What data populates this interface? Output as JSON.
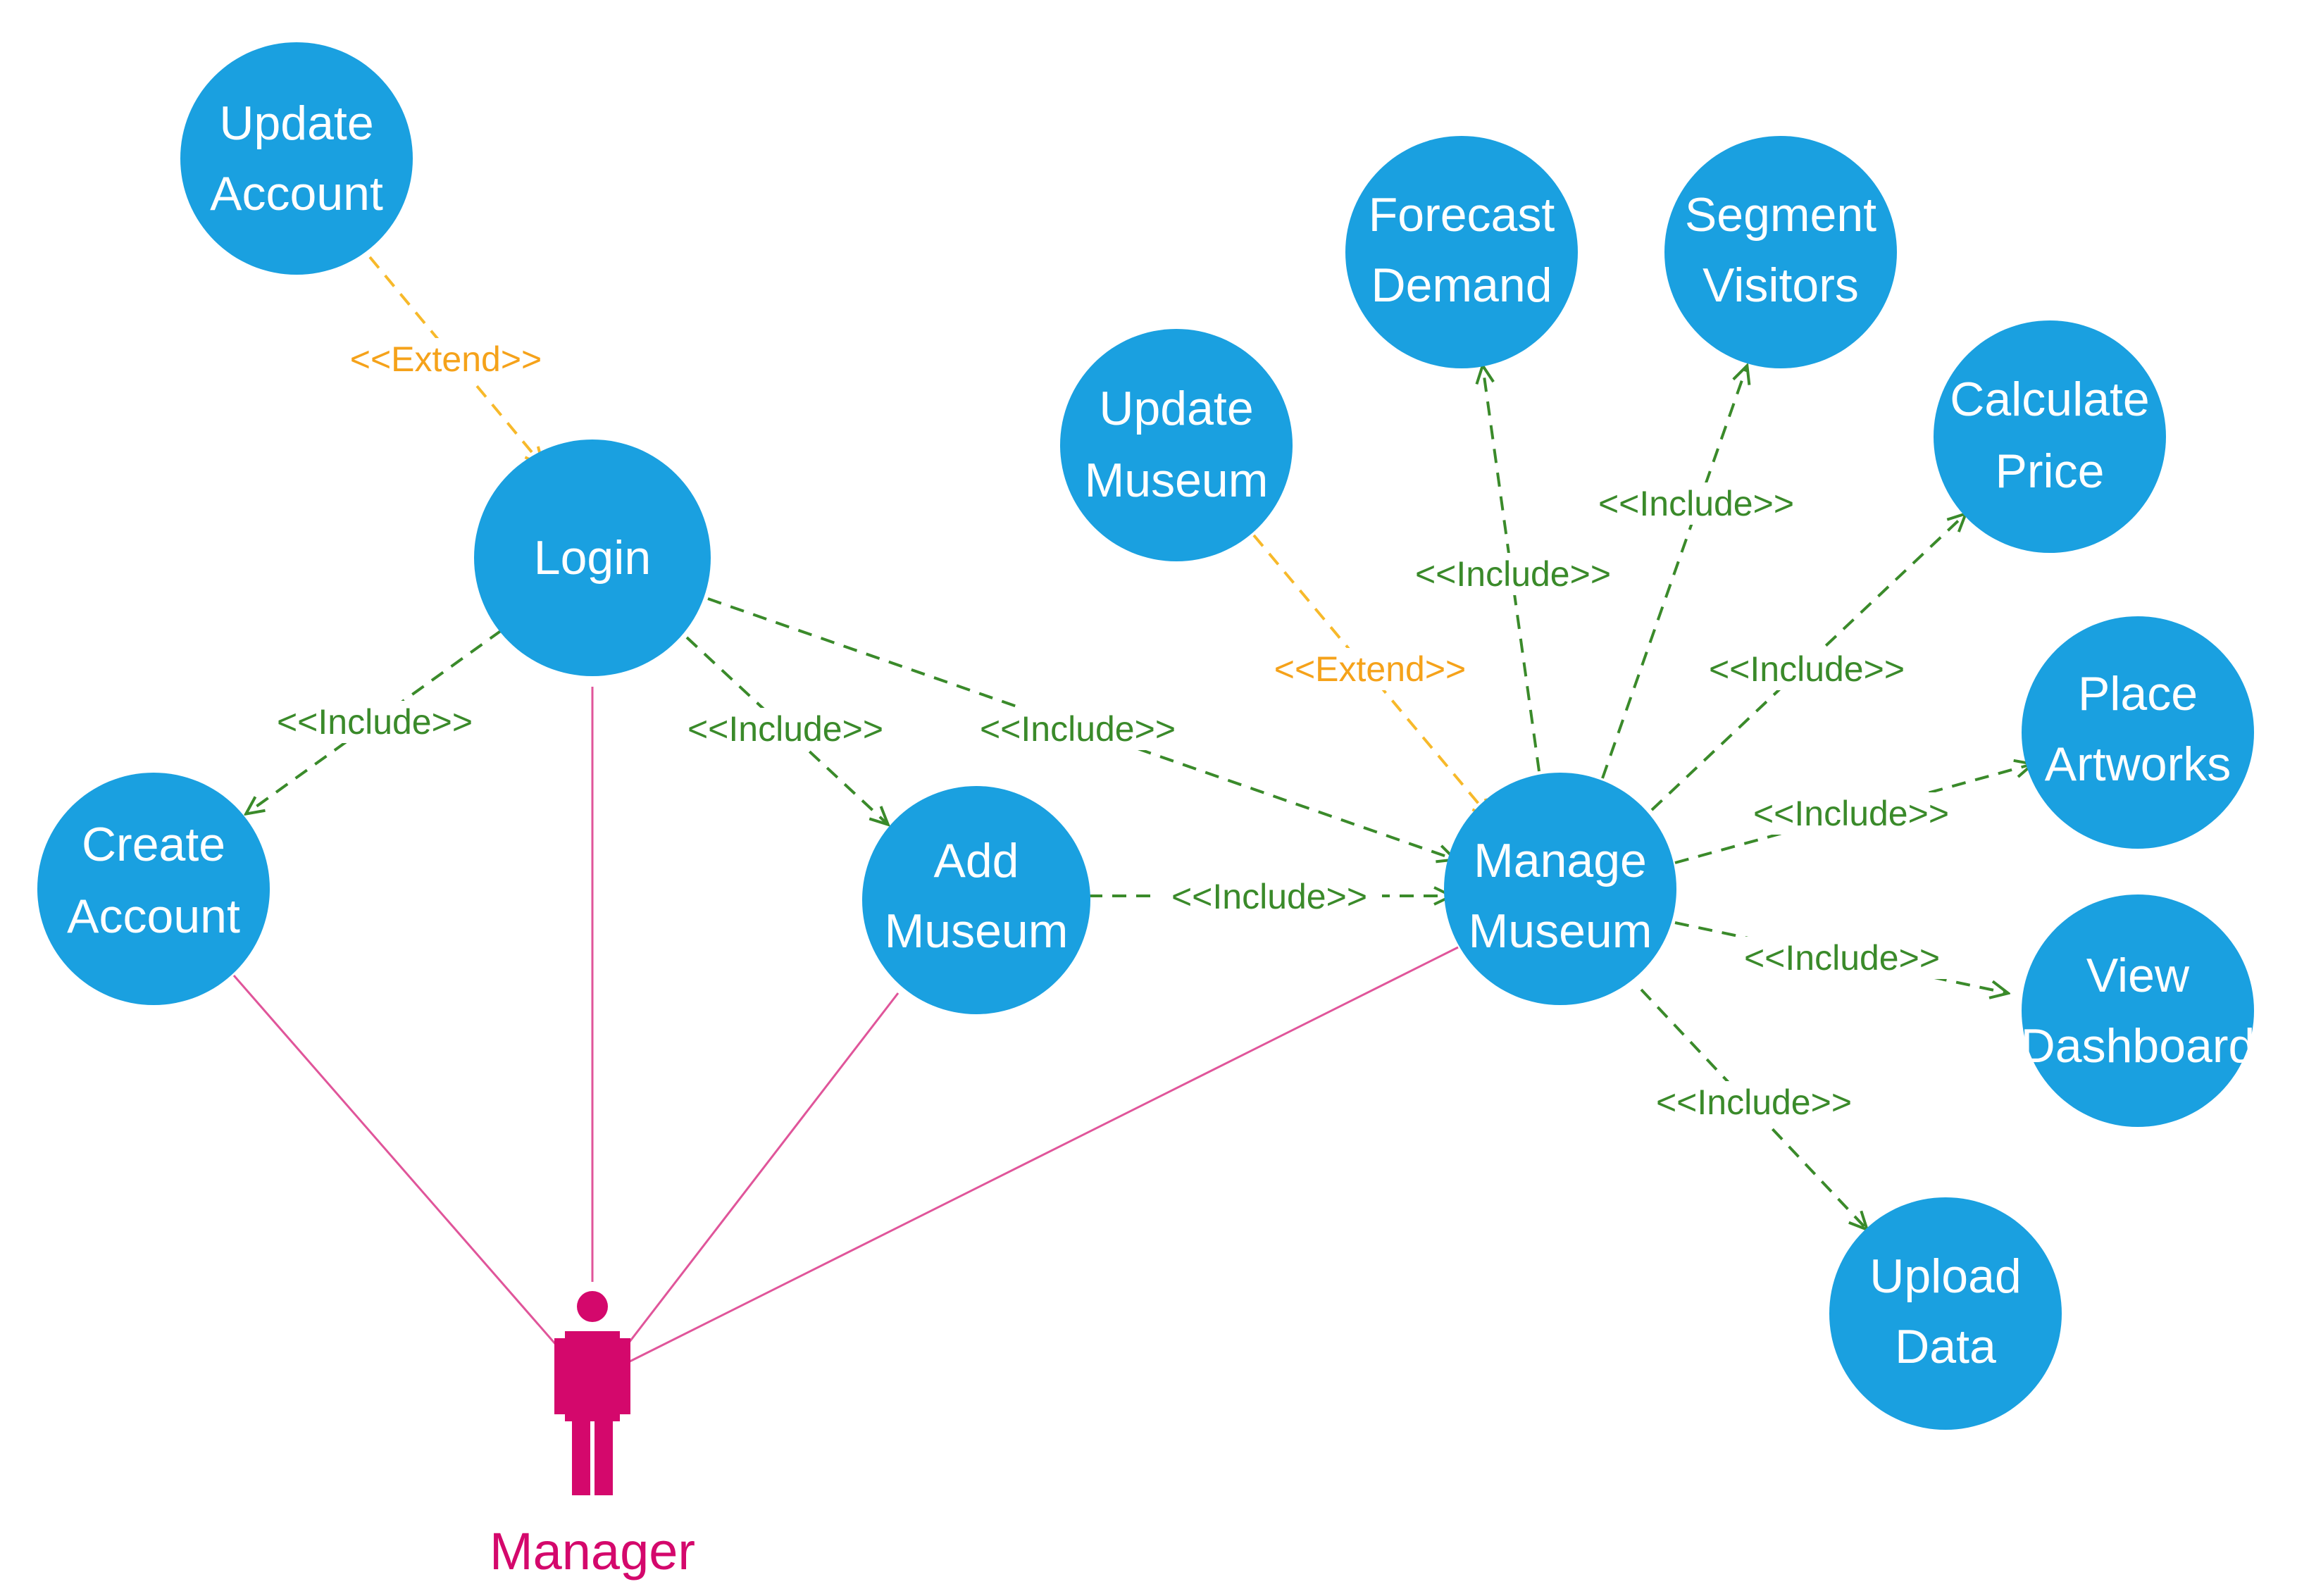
{
  "actor": {
    "name": "Manager",
    "color": "#d4086c"
  },
  "colors": {
    "use_case": "#1aa0e0",
    "include": "#3a8a2a",
    "extend": "#f7b92a",
    "association": "#e0559a"
  },
  "use_cases": {
    "update_account": [
      "Update",
      "Account"
    ],
    "login": [
      "Login"
    ],
    "create_account": [
      "Create",
      "Account"
    ],
    "add_museum": [
      "Add",
      "Museum"
    ],
    "update_museum": [
      "Update",
      "Museum"
    ],
    "manage_museum": [
      "Manage",
      "Museum"
    ],
    "forecast_demand": [
      "Forecast",
      "Demand"
    ],
    "segment_visitors": [
      "Segment",
      "Visitors"
    ],
    "calculate_price": [
      "Calculate",
      "Price"
    ],
    "place_artworks": [
      "Place",
      "Artworks"
    ],
    "view_dashboard": [
      "View",
      "Dashboard"
    ],
    "upload_data": [
      "Upload",
      "Data"
    ]
  },
  "relations": {
    "extend_label": "<<Extend>>",
    "include_label": "<<Include>>"
  }
}
